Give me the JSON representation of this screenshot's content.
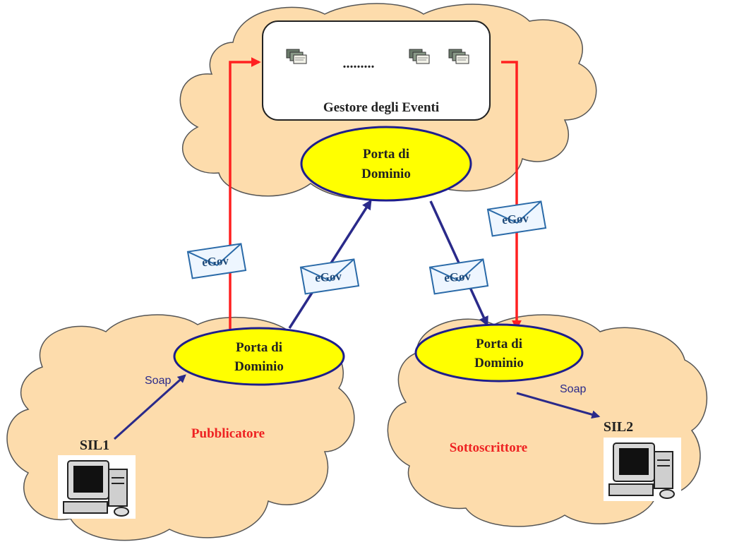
{
  "colors": {
    "cloud_fill": "#fddcac",
    "cloud_stroke": "#555555",
    "domain_port_fill": "#ffff00",
    "domain_port_stroke": "#1e1e8c",
    "publish_arrow": "#ff2020",
    "soap_arrow": "#2a2a8a",
    "envelope_fill": "#e8f4ff",
    "envelope_stroke": "#2a6aa8",
    "role_label": "#ee2222",
    "label_dark": "#222222"
  },
  "event_manager": {
    "label": "Gestore degli Eventi",
    "queue_separator": ".........",
    "queue_icon": "message-stack-icon"
  },
  "domain_ports": {
    "central": {
      "line1": "Porta di",
      "line2": "Dominio"
    },
    "publisher": {
      "line1": "Porta di",
      "line2": "Dominio"
    },
    "subscriber": {
      "line1": "Porta di",
      "line2": "Dominio"
    }
  },
  "roles": {
    "publisher": "Pubblicatore",
    "subscriber": "Sottoscrittore"
  },
  "systems": {
    "sil1": {
      "label": "SIL1",
      "icon": "computer-icon"
    },
    "sil2": {
      "label": "SIL2",
      "icon": "computer-icon"
    }
  },
  "protocol_labels": {
    "soap_left": "Soap",
    "soap_right": "Soap"
  },
  "envelopes": [
    {
      "label": "eGov",
      "icon": "envelope-icon"
    },
    {
      "label": "eGov",
      "icon": "envelope-icon"
    },
    {
      "label": "eGov",
      "icon": "envelope-icon"
    },
    {
      "label": "eGov",
      "icon": "envelope-icon"
    }
  ]
}
